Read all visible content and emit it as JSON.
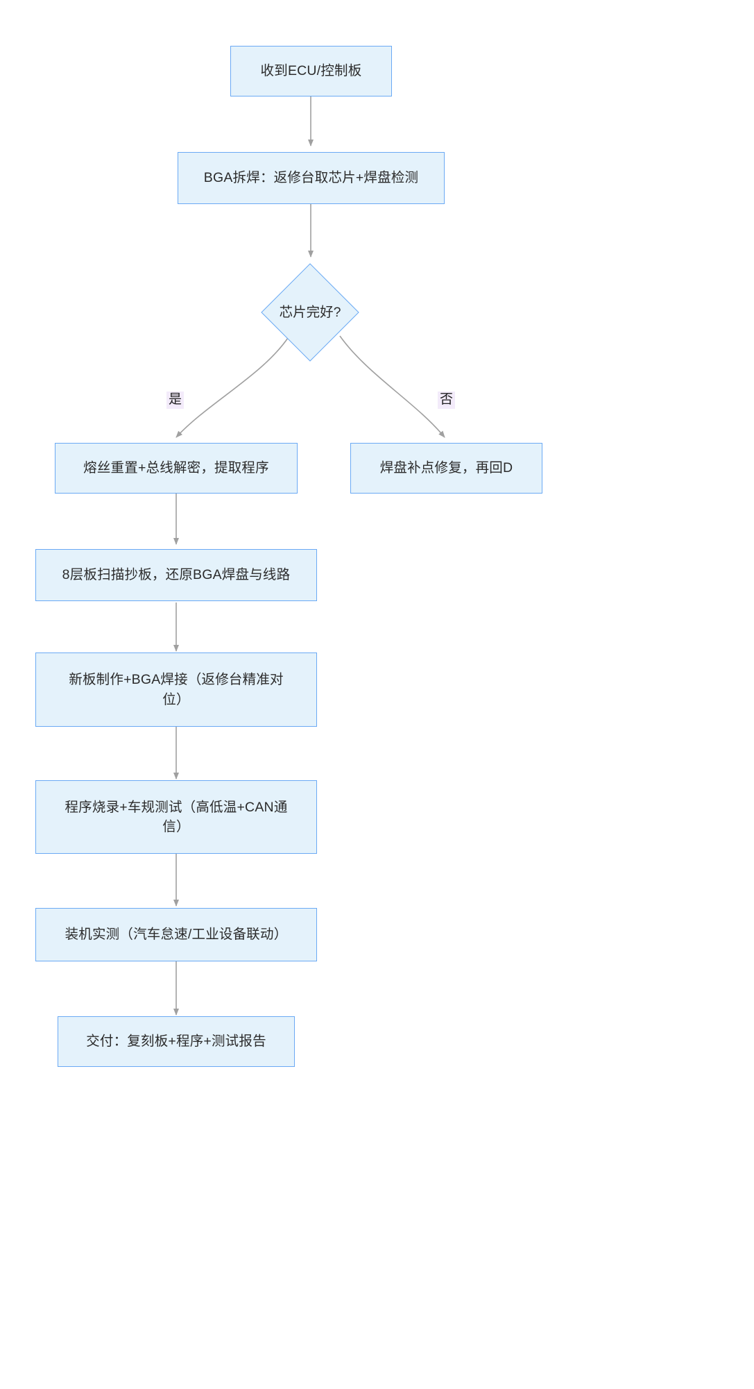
{
  "diagram": {
    "type": "flowchart",
    "direction": "top-down",
    "title_text": "",
    "theme": {
      "node_fill": "#e4f2fb",
      "node_stroke": "#6aa9f4",
      "edge_stroke": "#a0a0a0",
      "text_color": "#2b2b2b",
      "edge_label_bg": "#f3ebfa",
      "background": "#ffffff"
    },
    "nodes": [
      {
        "id": "n1",
        "shape": "rect",
        "text": "收到ECU/控制板"
      },
      {
        "id": "n2",
        "shape": "rect",
        "text": "BGA拆焊：返修台取芯片+焊盘检测"
      },
      {
        "id": "n3",
        "shape": "diamond",
        "text": "芯片完好?"
      },
      {
        "id": "n4",
        "shape": "rect",
        "text": "熔丝重置+总线解密，提取程序"
      },
      {
        "id": "n5",
        "shape": "rect",
        "text": "焊盘补点修复，再回D"
      },
      {
        "id": "n6",
        "shape": "rect",
        "text": "8层板扫描抄板，还原BGA焊盘与线路"
      },
      {
        "id": "n7",
        "shape": "rect",
        "text": "新板制作+BGA焊接（返修台精准对\n位）"
      },
      {
        "id": "n8",
        "shape": "rect",
        "text": "程序烧录+车规测试（高低温+CAN通\n信）"
      },
      {
        "id": "n9",
        "shape": "rect",
        "text": "装机实测（汽车怠速/工业设备联动）"
      },
      {
        "id": "n10",
        "shape": "rect",
        "text": "交付：复刻板+程序+测试报告"
      }
    ],
    "edges": [
      {
        "from": "n1",
        "to": "n2",
        "label": ""
      },
      {
        "from": "n2",
        "to": "n3",
        "label": ""
      },
      {
        "from": "n3",
        "to": "n4",
        "label": "是"
      },
      {
        "from": "n3",
        "to": "n5",
        "label": "否"
      },
      {
        "from": "n4",
        "to": "n6",
        "label": ""
      },
      {
        "from": "n6",
        "to": "n7",
        "label": ""
      },
      {
        "from": "n7",
        "to": "n8",
        "label": ""
      },
      {
        "from": "n8",
        "to": "n9",
        "label": ""
      },
      {
        "from": "n9",
        "to": "n10",
        "label": ""
      }
    ]
  }
}
